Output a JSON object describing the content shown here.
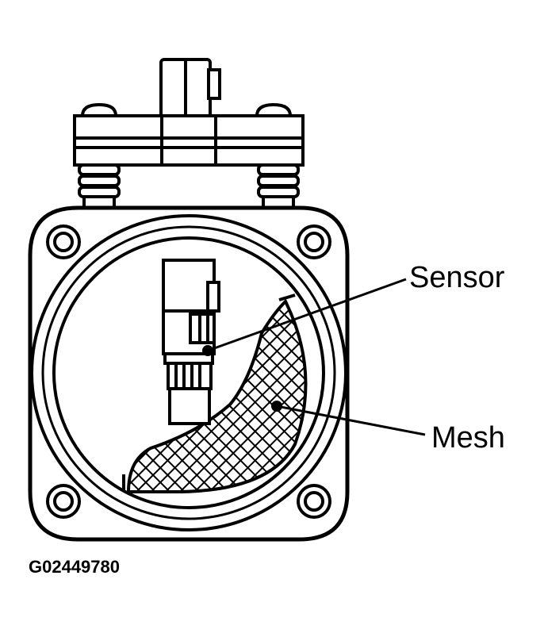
{
  "labels": {
    "sensor": "Sensor",
    "mesh": "Mesh"
  },
  "figure_code": "G02449780",
  "colors": {
    "line": "#000000",
    "background": "#ffffff"
  }
}
